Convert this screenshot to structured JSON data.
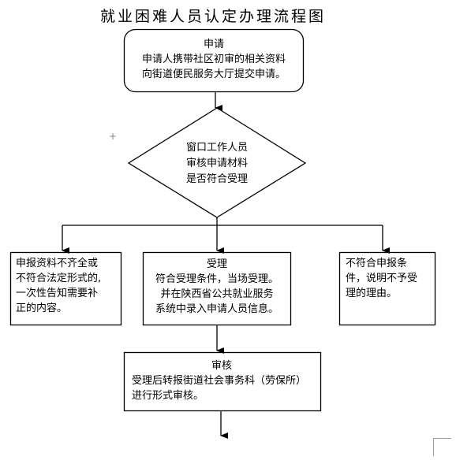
{
  "title": "就业困难人员认定办理流程图",
  "boxes": {
    "apply": {
      "heading": "申请",
      "lines": [
        "申请人携带社区初审的相关资料",
        "向街道便民服务大厅提交申请。"
      ]
    },
    "check": {
      "lines": [
        "窗口工作人员",
        "审核申请材料",
        "是否符合受理"
      ]
    },
    "incomplete": {
      "lines": [
        "申报资料不齐全或",
        "不符合法定形式的,",
        "一次性告知需要补",
        "正的内容。"
      ]
    },
    "accept": {
      "heading": "受理",
      "lines": [
        "符合受理条件，当场受理。",
        "并在陕西省公共就业服务",
        "系统中录入申请人员信息。"
      ]
    },
    "reject": {
      "lines": [
        "不符合申报条",
        "件，说明不予受",
        "理的理由。"
      ]
    },
    "review": {
      "heading": "审核",
      "lines": [
        "受理后转报街道社会事务科（劳保所）",
        "进行形式审核。"
      ]
    }
  },
  "colors": {
    "stroke": "#000000",
    "background": "#ffffff"
  }
}
